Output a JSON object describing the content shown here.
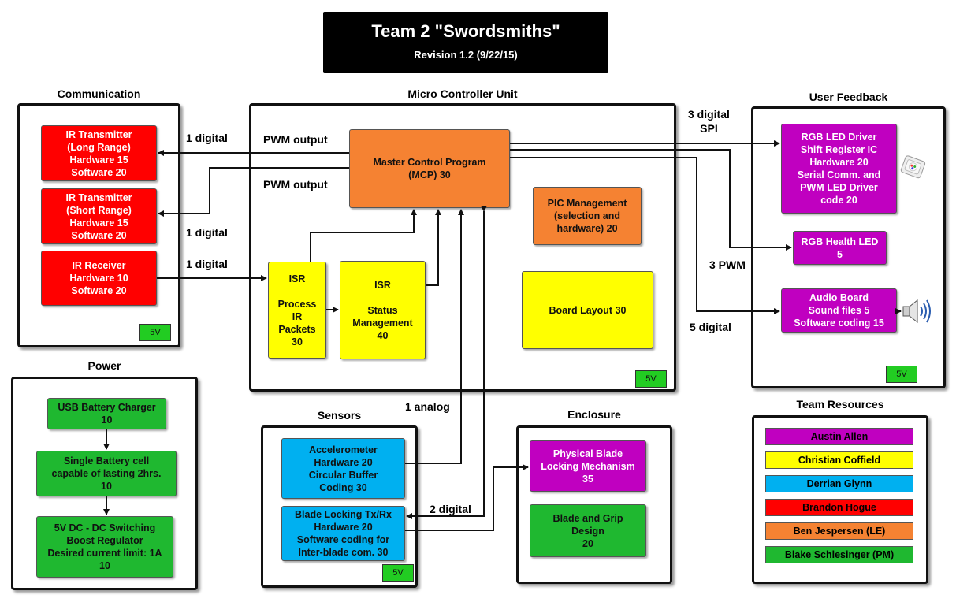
{
  "title": {
    "main": "Team 2  \"Swordsmiths\"",
    "revision": "Revision 1.2 (9/22/15)"
  },
  "groups": {
    "communication": "Communication",
    "mcu": "Micro Controller Unit",
    "user_feedback": "User Feedback",
    "power": "Power",
    "sensors": "Sensors",
    "enclosure": "Enclosure",
    "team_resources": "Team Resources"
  },
  "badge_5v": "5V",
  "blocks": {
    "ir_long": "IR Transmitter\n(Long Range)\nHardware 15\nSoftware 20",
    "ir_short": "IR Transmitter\n(Short Range)\nHardware 15\nSoftware 20",
    "ir_receiver": "IR Receiver\nHardware 10\nSoftware 20",
    "mcp": "Master Control Program\n(MCP) 30",
    "pic_mgmt": "PIC Management\n(selection and\nhardware) 20",
    "isr_process": "ISR\n\nProcess\nIR\nPackets\n30",
    "isr_status": "ISR\n\nStatus\nManagement\n40",
    "board_layout": "Board Layout 30",
    "rgb_driver": "RGB LED Driver\nShift Register IC\nHardware 20\nSerial Comm. and\nPWM LED Driver\ncode 20",
    "rgb_health": "RGB Health LED\n5",
    "audio_board": "Audio Board\nSound files 5\nSoftware coding 15",
    "usb_charger": "USB Battery Charger\n10",
    "battery": "Single Battery cell\ncapable of lasting 2hrs.\n10",
    "boost": "5V DC - DC Switching\nBoost Regulator\nDesired current limit: 1A\n10",
    "accelerometer": "Accelerometer\nHardware 20\nCircular Buffer\nCoding 30",
    "blade_locking_txrx": "Blade Locking Tx/Rx\nHardware 20\nSoftware coding for\nInter-blade com. 30",
    "physical_lock": "Physical Blade\nLocking Mechanism\n35",
    "blade_grip": "Blade and Grip\nDesign\n20"
  },
  "connection_labels": {
    "one_digital_a": "1 digital",
    "pwm_output_a": "PWM output",
    "pwm_output_b": "PWM output",
    "one_digital_b": "1 digital",
    "one_digital_c": "1 digital",
    "three_digital_spi": "3 digital\nSPI",
    "three_pwm": "3 PWM",
    "five_digital": "5 digital",
    "one_analog": "1 analog",
    "two_digital": "2 digital"
  },
  "team_resources": [
    {
      "name": "Austin Allen",
      "color": "#c000c0"
    },
    {
      "name": "Christian Coffield",
      "color": "#ffff00"
    },
    {
      "name": "Derrian Glynn",
      "color": "#00b0f0"
    },
    {
      "name": "Brandon Hogue",
      "color": "#ff0000"
    },
    {
      "name": "Ben Jespersen (LE)",
      "color": "#f58232"
    },
    {
      "name": "Blake Schlesinger (PM)",
      "color": "#1fb830"
    }
  ],
  "icons": {
    "led": "rgb-led-chip-icon",
    "speaker": "speaker-icon"
  }
}
